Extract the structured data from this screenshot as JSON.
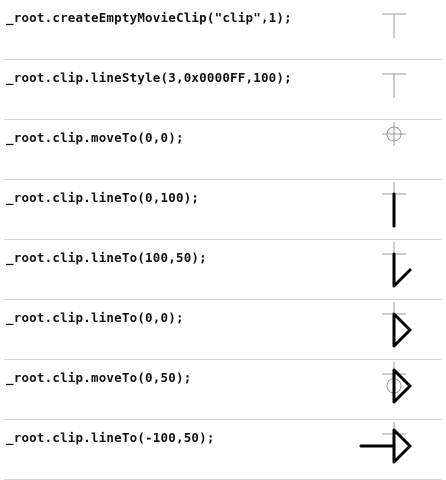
{
  "steps": [
    {
      "code": "_root.createEmptyMovieClip(\"clip\",1);",
      "illustration": "registration-crosshair"
    },
    {
      "code": "_root.clip.lineStyle(3,0x0000FF,100);",
      "illustration": "registration-crosshair"
    },
    {
      "code": "_root.clip.moveTo(0,0);",
      "illustration": "pen-position-at-origin"
    },
    {
      "code": "_root.clip.lineTo(0,100);",
      "illustration": "vertical-line"
    },
    {
      "code": "_root.clip.lineTo(100,50);",
      "illustration": "line-to-100-50"
    },
    {
      "code": "_root.clip.lineTo(0,0);",
      "illustration": "closed-triangle"
    },
    {
      "code": "_root.clip.moveTo(0,50);",
      "illustration": "pen-moved-to-0-50"
    },
    {
      "code": "_root.clip.lineTo(-100,50);",
      "illustration": "arrow-complete"
    }
  ]
}
